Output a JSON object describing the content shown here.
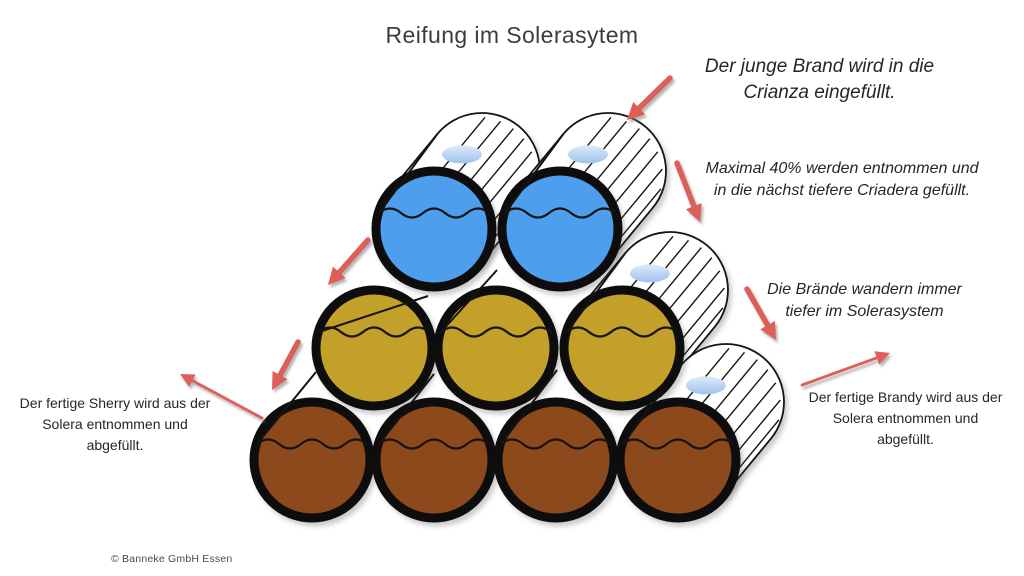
{
  "title": "Reifung im Solerasytem",
  "annotations": {
    "crianza": [
      "Der junge Brand wird in die",
      "Crianza eingefüllt."
    ],
    "maximal": [
      "Maximal 40% werden entnommen und",
      "in die nächst tiefere Criadera gefüllt."
    ],
    "wandern": [
      "Die Brände wandern immer",
      "tiefer im Solerasystem"
    ],
    "sherry": [
      "Der fertige Sherry wird aus der",
      "Solera entnommen und",
      "abgefüllt."
    ],
    "brandy": [
      "Der fertige Brandy wird aus der",
      "Solera entnommen und",
      "abgefüllt."
    ]
  },
  "footer": "© Banneke GmbH Essen",
  "colors": {
    "crianza_blue": "#4D9FED",
    "criadera_gold": "#C3A02A",
    "solera_brown": "#8C4A1C",
    "barrel_outline": "#0a0a0a",
    "line_dark": "#171310",
    "bung_light": "#dcebfa",
    "bung_dark": "#9fc0ec",
    "arrow_red": "#DE5F58"
  },
  "pyramid": {
    "rows": [
      {
        "level": "top",
        "barrel_count": 2,
        "fill_key": "crianza_blue"
      },
      {
        "level": "middle",
        "barrel_count": 3,
        "fill_key": "criadera_gold"
      },
      {
        "level": "bottom",
        "barrel_count": 4,
        "fill_key": "solera_brown"
      }
    ]
  }
}
